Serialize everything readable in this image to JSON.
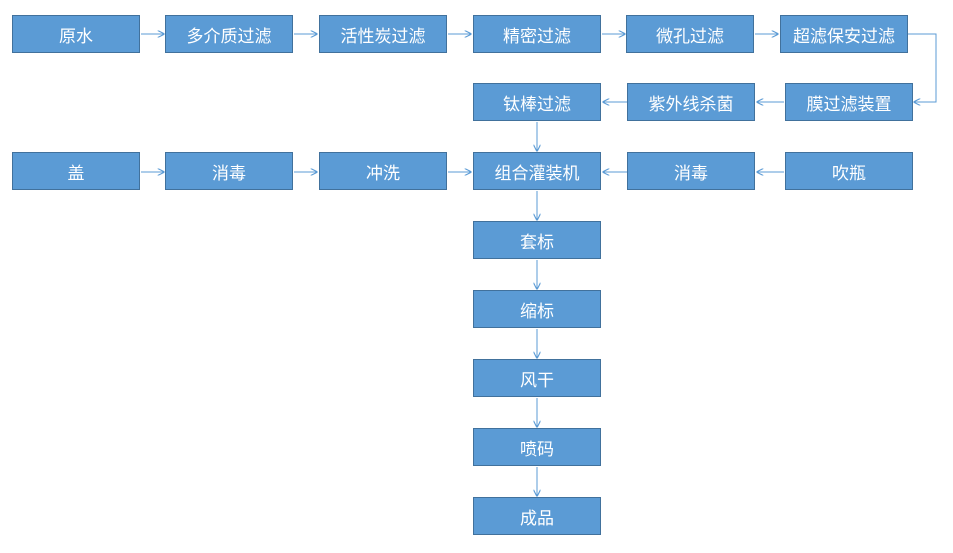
{
  "nodes": {
    "raw_water": "原水",
    "multimedia_filter": "多介质过滤",
    "activated_carbon_filter": "活性炭过滤",
    "precision_filter": "精密过滤",
    "microporous_filter": "微孔过滤",
    "ultrafiltration_security_filter": "超滤保安过滤",
    "membrane_filter_device": "膜过滤装置",
    "uv_sterilization": "紫外线杀菌",
    "titanium_rod_filter": "钛棒过滤",
    "cap": "盖",
    "cap_disinfection": "消毒",
    "rinse": "冲洗",
    "filling_machine": "组合灌装机",
    "bottle_disinfection": "消毒",
    "blow_bottle": "吹瓶",
    "sleeve_label": "套标",
    "shrink_label": "缩标",
    "air_dry": "风干",
    "inkjet_code": "喷码",
    "finished_product": "成品"
  },
  "colors": {
    "node_fill": "#5b9bd5",
    "node_border": "#41719c",
    "edge": "#5b9bd5",
    "text": "#ffffff"
  }
}
